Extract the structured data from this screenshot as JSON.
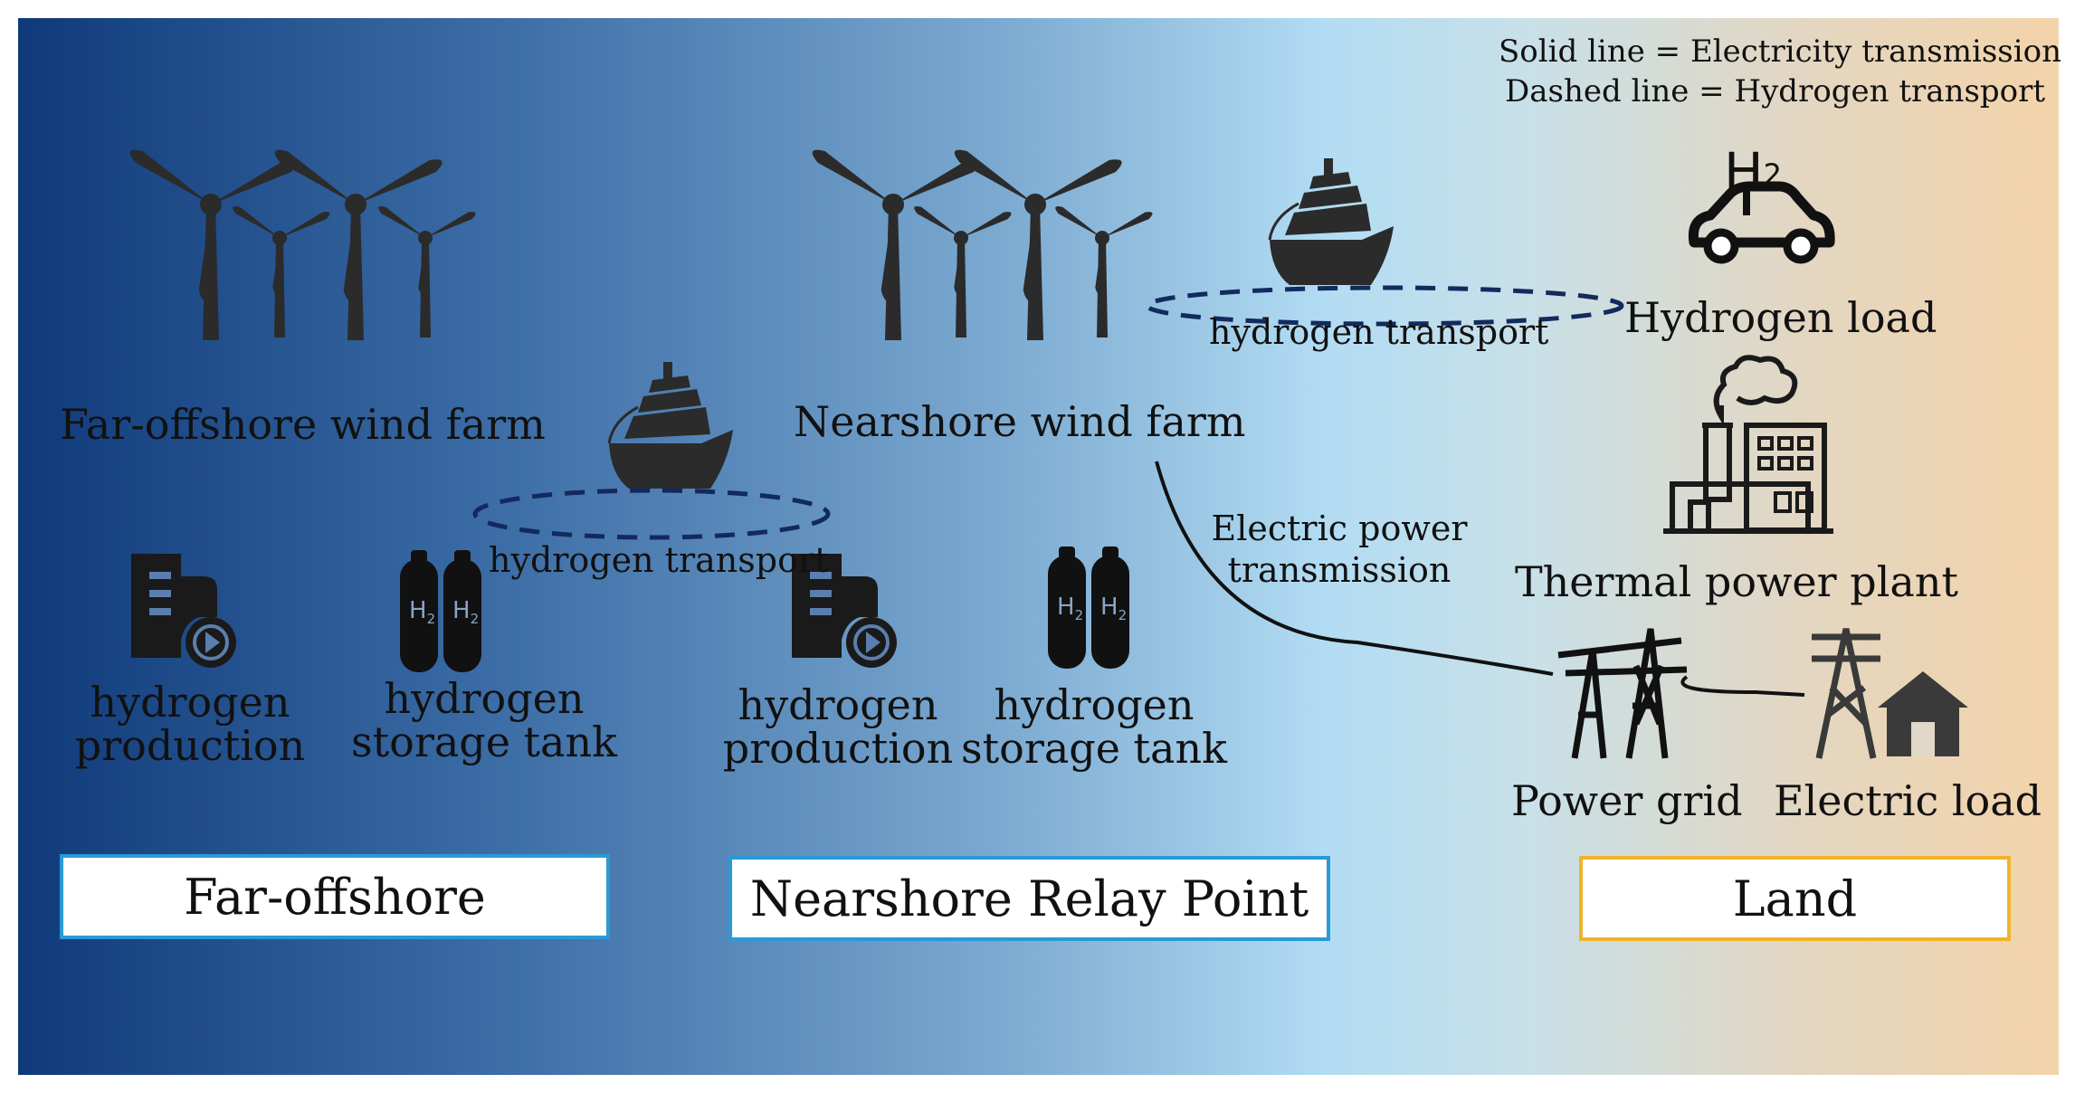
{
  "legend": {
    "solid": "Solid line = Electricity transmission",
    "dashed": "Dashed line = Hydrogen transport"
  },
  "zones": {
    "far_offshore": {
      "wind_farm": "Far-offshore wind farm",
      "transport": "hydrogen transport",
      "production": [
        "hydrogen",
        "production"
      ],
      "storage": [
        "hydrogen",
        "storage tank"
      ],
      "box": "Far-offshore"
    },
    "nearshore": {
      "wind_farm": "Nearshore wind farm",
      "transport": "hydrogen transport",
      "production": [
        "hydrogen",
        "production"
      ],
      "storage": [
        "hydrogen",
        "storage tank"
      ],
      "electric": [
        "Electric power",
        "transmission"
      ],
      "box": "Nearshore Relay Point"
    },
    "land": {
      "hydrogen_load": "Hydrogen load",
      "thermal": "Thermal power plant",
      "grid": "Power grid",
      "electric_load": "Electric load",
      "box": "Land"
    }
  },
  "icon_glyphs": {
    "h2_big": "H",
    "h2_sub": "2",
    "tank": "H",
    "tank_sub": "2"
  },
  "colors": {
    "icon": "#2b2b2b",
    "dash": "#132a5e",
    "box_border_blue": "#2a9ad6",
    "box_border_orange": "#f0b32a"
  }
}
